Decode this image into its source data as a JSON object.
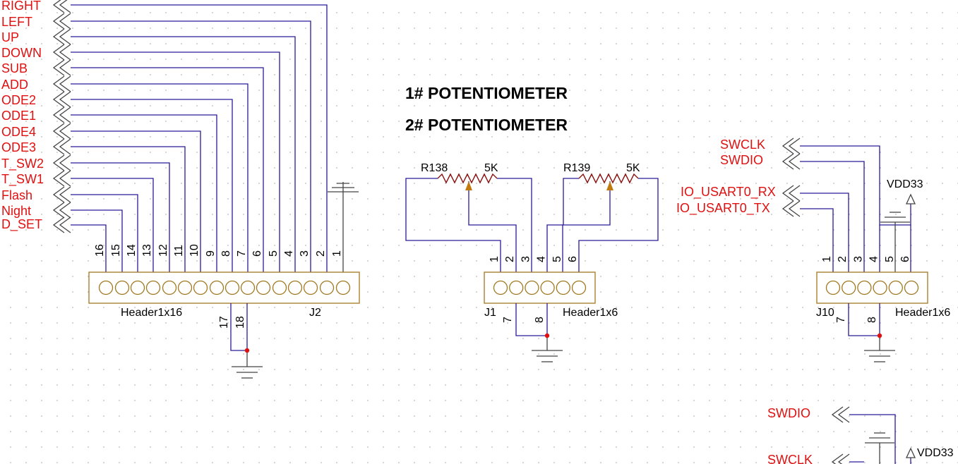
{
  "titles": {
    "pot1": "1# POTENTIOMETER",
    "pot2": "2# POTENTIOMETER"
  },
  "j2": {
    "net_labels": [
      "RIGHT",
      "LEFT",
      "UP",
      "DOWN",
      "SUB",
      "ADD",
      "ODE2",
      "ODE1",
      "ODE4",
      "ODE3",
      "T_SW2",
      "T_SW1",
      "Flash",
      "Night",
      "D_SET"
    ],
    "pins": [
      "16",
      "15",
      "14",
      "13",
      "12",
      "11",
      "10",
      "9",
      "8",
      "7",
      "6",
      "5",
      "4",
      "3",
      "2",
      "1"
    ],
    "extra_pins": [
      "17",
      "18"
    ],
    "type": "Header1x16",
    "ref": "J2"
  },
  "j1": {
    "pins": [
      "1",
      "2",
      "3",
      "4",
      "5",
      "6"
    ],
    "extra_pins": [
      "7",
      "8"
    ],
    "type": "Header1x6",
    "ref": "J1"
  },
  "pots": [
    {
      "ref": "R138",
      "value": "5K"
    },
    {
      "ref": "R139",
      "value": "5K"
    }
  ],
  "j10": {
    "net_labels": [
      "SWCLK",
      "SWDIO",
      "IO_USART0_RX",
      "IO_USART0_TX"
    ],
    "power": "VDD33",
    "pins": [
      "1",
      "2",
      "3",
      "4",
      "5",
      "6"
    ],
    "extra_pins": [
      "7",
      "8"
    ],
    "type": "Header1x6",
    "ref": "J10"
  },
  "bottom_right": {
    "net_labels": [
      "SWDIO",
      "SWCLK"
    ],
    "power": "VDD33"
  }
}
